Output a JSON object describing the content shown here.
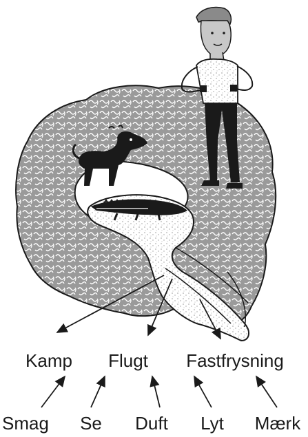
{
  "responses": [
    "Kamp",
    "Flugt",
    "Fastfrysning"
  ],
  "senses": [
    "Smag",
    "Se",
    "Duft",
    "Lyt",
    "Mærk"
  ],
  "colors": {
    "ink": "#1a1a1a",
    "brain_fill": "#9a9a9a",
    "pattern_line": "#ffffff",
    "paper": "#ffffff",
    "speckle": "#bdbdbd",
    "skin": "#c8c8c8"
  },
  "illustration": {
    "person": "man-with-hands-on-hips",
    "animal": "black-dog",
    "reptile": "crocodile"
  }
}
